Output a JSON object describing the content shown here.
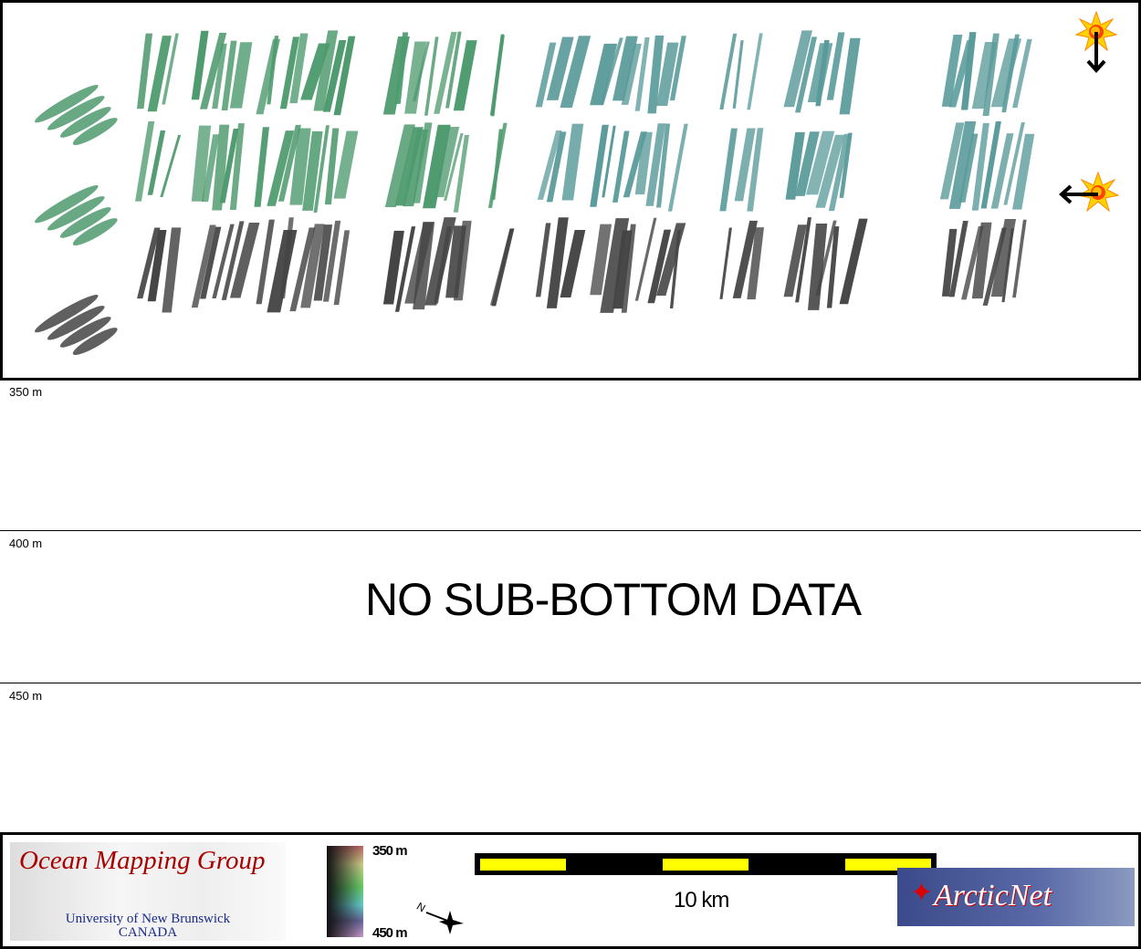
{
  "depth_labels": [
    "350 m",
    "400 m",
    "450 m"
  ],
  "no_data_text": "NO SUB-BOTTOM DATA",
  "sun_icons": [
    {
      "name": "sun-arrow-down"
    },
    {
      "name": "sun-arrow-left"
    }
  ],
  "footer": {
    "logo_title": "Ocean Mapping Group",
    "logo_univ": "University of New Brunswick",
    "logo_country": "CANADA",
    "colorbar_top": "350 m",
    "colorbar_bottom": "450 m",
    "scale_label": "10 km",
    "partner_logo": "ArcticNet"
  },
  "colors": {
    "green": "#4e9a6e",
    "teal": "#5a9a9a",
    "gray": "#444444",
    "sun": "#ffcc00"
  }
}
